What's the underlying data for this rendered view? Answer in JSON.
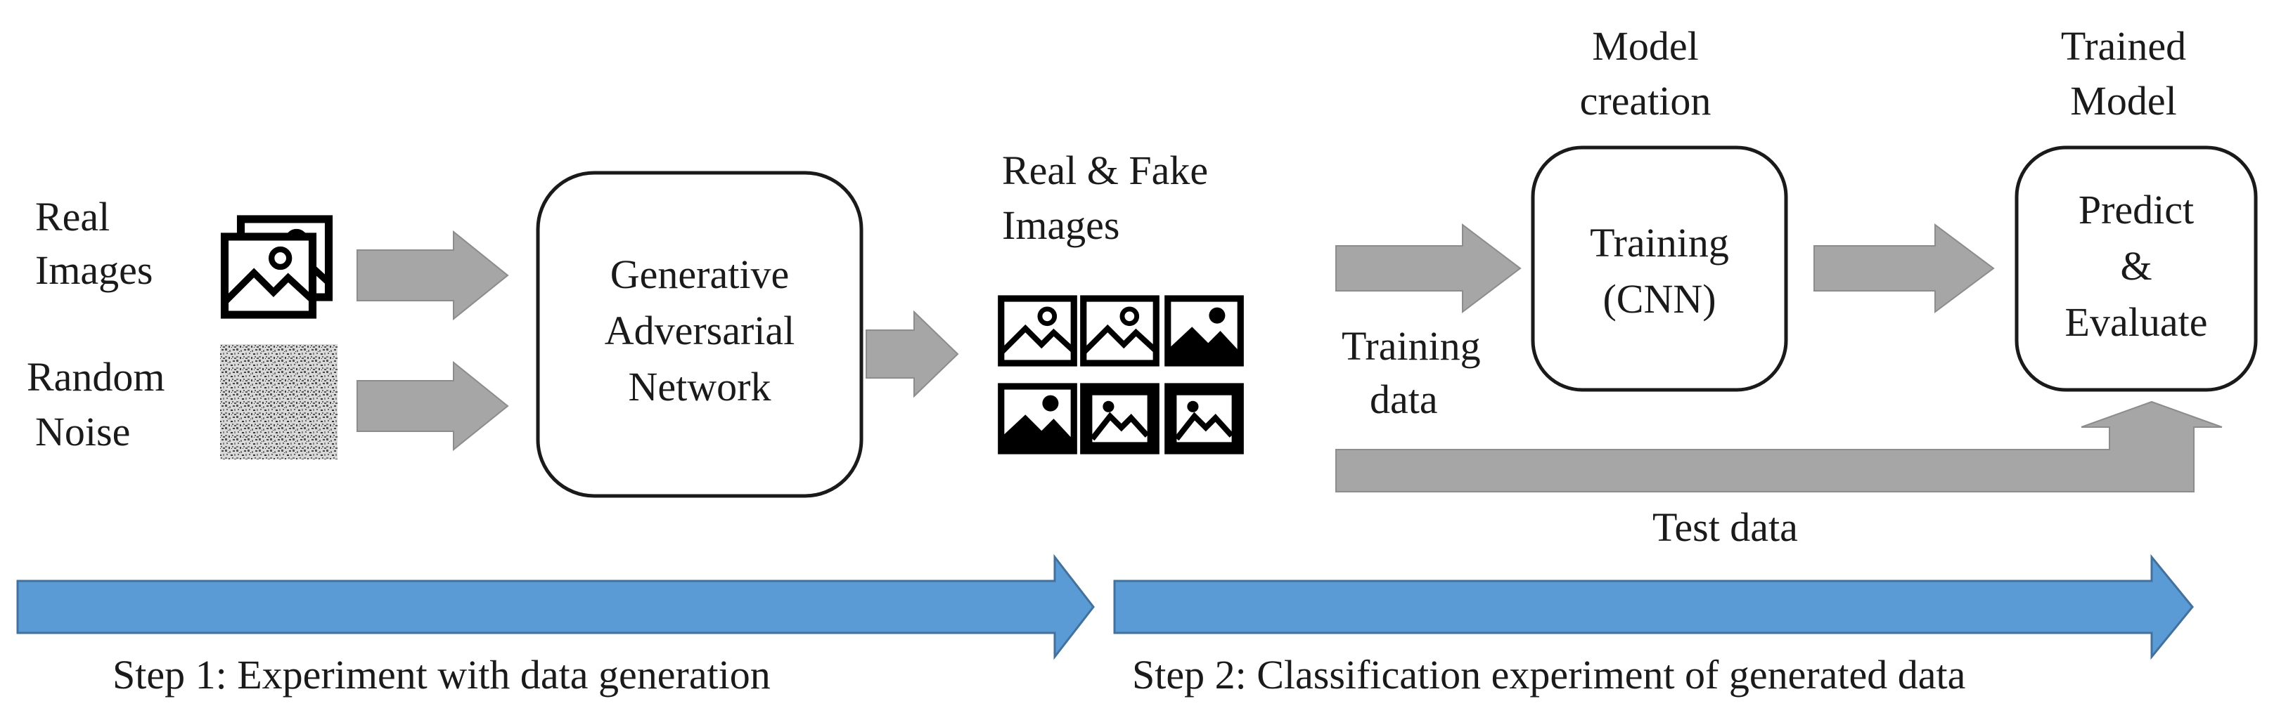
{
  "inputs": {
    "real_images": [
      "Real",
      "Images"
    ],
    "random_noise": [
      "Random",
      "Noise"
    ]
  },
  "gan_box": [
    "Generative",
    "Adversarial",
    "Network"
  ],
  "generated": {
    "label": [
      "Real & Fake",
      "Images"
    ]
  },
  "model_creation": {
    "caption": [
      "Model",
      "creation"
    ],
    "box": [
      "Training",
      "(CNN)"
    ]
  },
  "trained_model": {
    "caption": [
      "Trained",
      "Model"
    ],
    "box": [
      "Predict",
      "&",
      "Evaluate"
    ]
  },
  "flows": {
    "training_data": [
      "Training",
      "data"
    ],
    "test_data": "Test data"
  },
  "steps": {
    "step1": "Step 1: Experiment with data generation",
    "step2": "Step 2: Classification experiment of generated data"
  },
  "colors": {
    "step_arrow": "#5b9bd5",
    "flow_arrow": "#a6a6a6",
    "box_stroke": "#1a1a1a"
  },
  "icons": [
    "image-stack-icon",
    "noise-texture",
    "image-icon"
  ]
}
